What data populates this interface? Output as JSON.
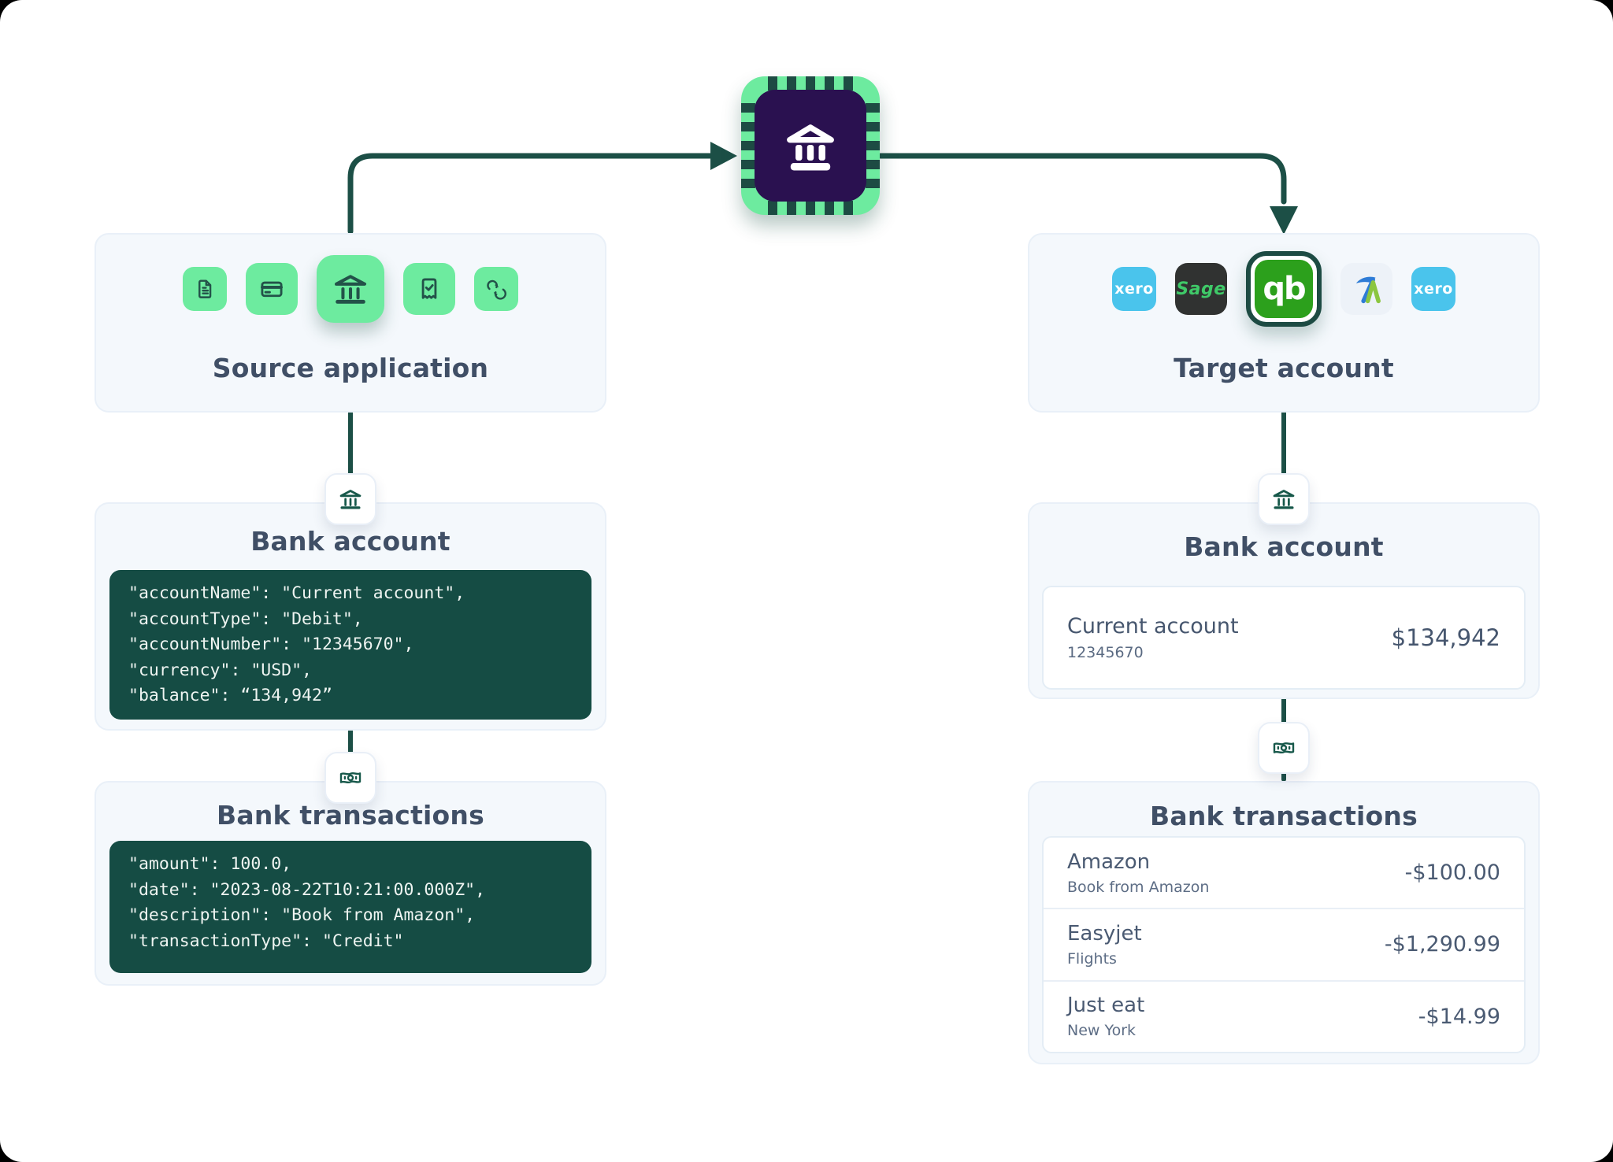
{
  "source_panel": {
    "title": "Source application",
    "icon_names": [
      "document-icon",
      "credit-card-icon",
      "bank-icon",
      "receipt-check-icon",
      "sync-icon"
    ]
  },
  "target_panel": {
    "title": "Target account",
    "apps": [
      {
        "id": "xero",
        "label": "xero"
      },
      {
        "id": "sage",
        "label": "Sage"
      },
      {
        "id": "quickbooks",
        "label": "qb"
      },
      {
        "id": "freeagent",
        "label": ""
      },
      {
        "id": "xero",
        "label": "xero"
      }
    ]
  },
  "source_bank_account": {
    "title": "Bank account",
    "code_lines": [
      "\"accountName\": \"Current account\",",
      "\"accountType\": \"Debit\",",
      "\"accountNumber\": \"12345670\",",
      "\"currency\": \"USD\",",
      "\"balance\": “134,942”"
    ]
  },
  "source_bank_transactions": {
    "title": "Bank transactions",
    "code_lines": [
      "\"amount\": 100.0,",
      "\"date\": \"2023-08-22T10:21:00.000Z\",",
      "\"description\": \"Book from Amazon\",",
      "\"transactionType\": \"Credit\""
    ]
  },
  "target_bank_account": {
    "title": "Bank account",
    "account_name": "Current account",
    "account_number": "12345670",
    "balance": "$134,942"
  },
  "target_bank_transactions": {
    "title": "Bank transactions",
    "rows": [
      {
        "name": "Amazon",
        "description": "Book from Amazon",
        "amount": "-$100.00"
      },
      {
        "name": "Easyjet",
        "description": "Flights",
        "amount": "-$1,290.99"
      },
      {
        "name": "Just eat",
        "description": "New York",
        "amount": "-$14.99"
      }
    ]
  },
  "colors": {
    "accent_green": "#6deb9f",
    "icon_stroke": "#235249",
    "code_background": "#154c44",
    "arrow": "#1c4f46",
    "panel_background": "#f4f8fc",
    "title_text": "#404f66",
    "chip_inner": "#2a1150",
    "xero_blue": "#4ac4ec",
    "sage_dark": "#303231",
    "sage_green": "#3fc968",
    "quickbooks_green": "#2ca01c",
    "freeagent_blue": "#2e7cd6",
    "freeagent_green": "#8cc63f"
  }
}
